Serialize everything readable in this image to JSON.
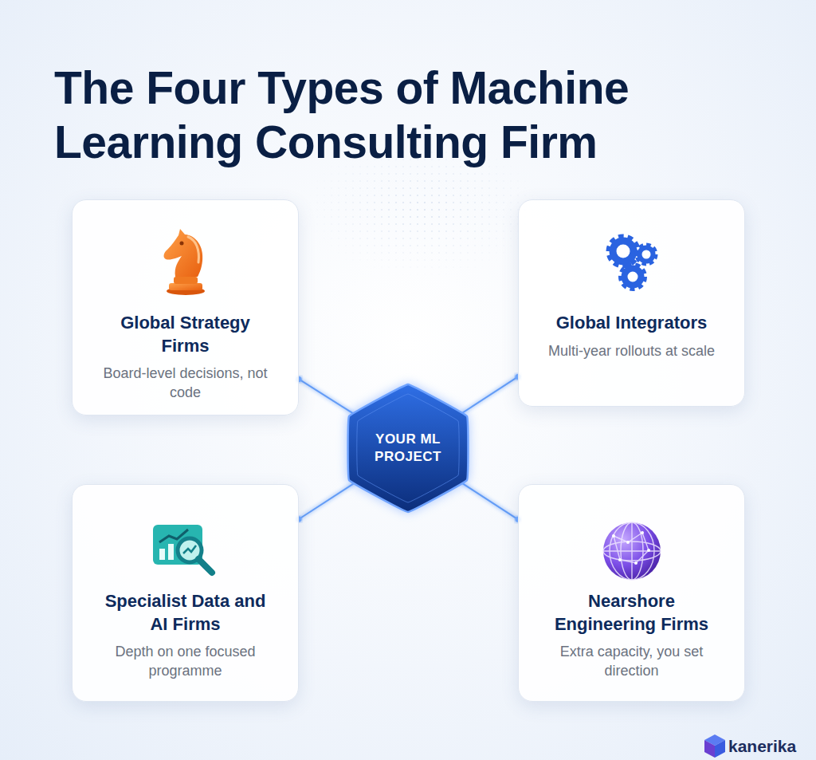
{
  "diagram": {
    "title": "The Four Types of Machine Learning Consulting Firm",
    "nodes": [
      {
        "text": [
          "Global Strategy Firms",
          "Board-level decisions, not code"
        ]
      },
      {
        "text": [
          "Global Integrators",
          "Multi-year rollouts at scale"
        ]
      },
      {
        "text": [
          "YOUR ML PROJECT"
        ]
      },
      {
        "text": [
          "Specialist Data and AI Firms",
          "Depth on one focused programme"
        ]
      },
      {
        "text": [
          "Nearshore Engineering Firms",
          "Extra capacity, you set direction"
        ]
      }
    ],
    "edges": [
      {
        "from": 2,
        "to": 0,
        "arrow": "none"
      },
      {
        "from": 2,
        "to": 1,
        "arrow": "none"
      },
      {
        "from": 2,
        "to": 3,
        "arrow": "none"
      },
      {
        "from": 2,
        "to": 4,
        "arrow": "none"
      }
    ],
    "labels": [
      "kanerika"
    ]
  }
}
